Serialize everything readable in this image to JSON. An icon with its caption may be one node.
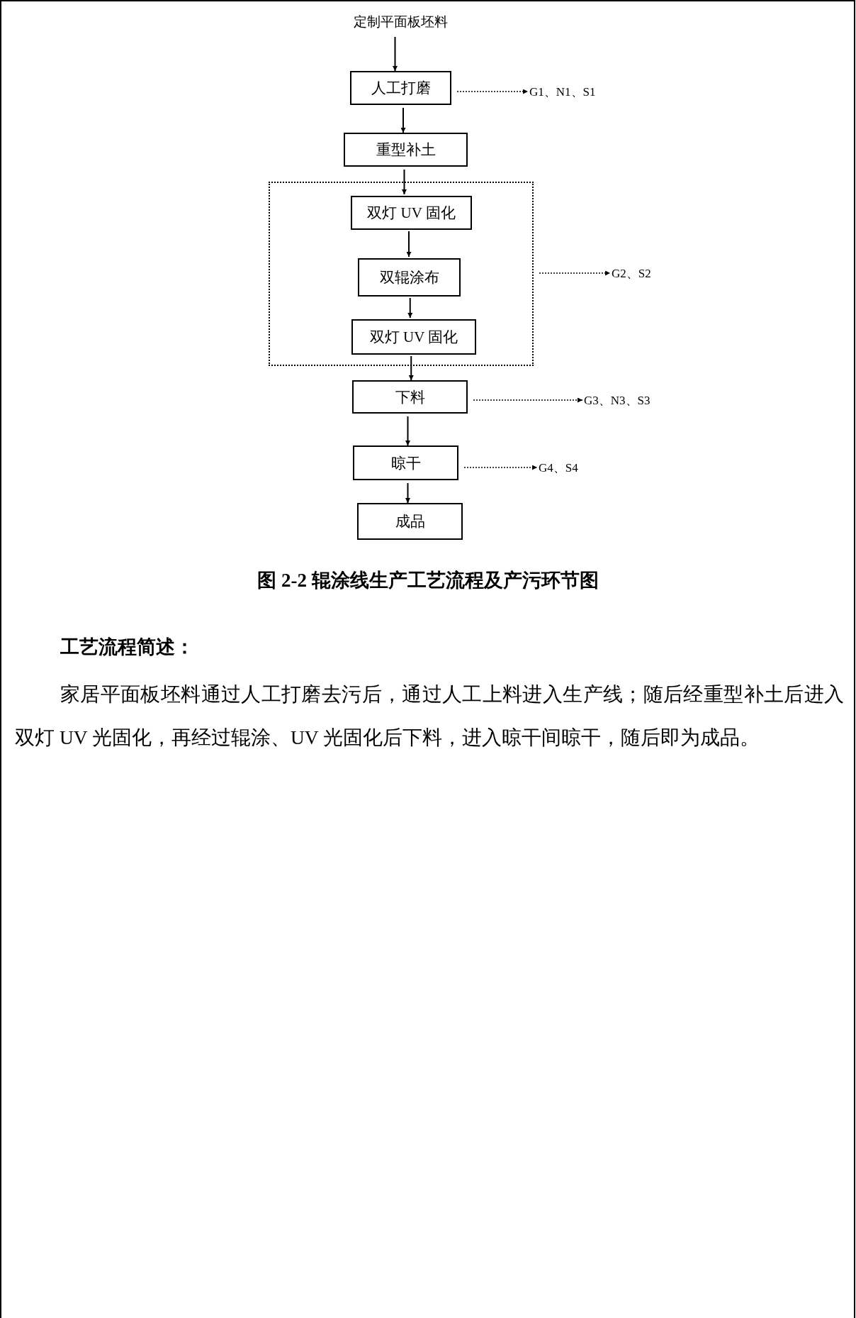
{
  "diagram": {
    "caption": "图 2-2 辊涂线生产工艺流程及产污环节图",
    "nodes": [
      {
        "text": [
          "定制平面板坯料"
        ]
      },
      {
        "text": [
          "人工打磨"
        ]
      },
      {
        "text": [
          "G1、N1、S1"
        ]
      },
      {
        "text": [
          "重型补土"
        ]
      },
      {
        "text": [],
        "shape": "box"
      },
      {
        "text": [
          "双灯 UV 固化"
        ],
        "in": 4
      },
      {
        "text": [
          "双辊涂布"
        ],
        "in": 4
      },
      {
        "text": [
          "双灯 UV 固化"
        ],
        "in": 4
      },
      {
        "text": [
          "G2、S2"
        ]
      },
      {
        "text": [
          "下料"
        ]
      },
      {
        "text": [
          "G3、N3、S3"
        ]
      },
      {
        "text": [
          "晾干"
        ]
      },
      {
        "text": [
          "G4、S4"
        ]
      },
      {
        "text": [
          "成品"
        ]
      }
    ],
    "edges": [
      {
        "from": 0,
        "to": 1,
        "arrow": "to"
      },
      {
        "from": 1,
        "to": 2,
        "arrow": "to",
        "style": "dashed"
      },
      {
        "from": 1,
        "to": 3,
        "arrow": "to"
      },
      {
        "from": 3,
        "to": 5,
        "arrow": "to"
      },
      {
        "from": 5,
        "to": 6,
        "arrow": "to"
      },
      {
        "from": 6,
        "to": 7,
        "arrow": "to"
      },
      {
        "from": 4,
        "to": 8,
        "arrow": "to",
        "style": "dashed"
      },
      {
        "from": 7,
        "to": 9,
        "arrow": "to"
      },
      {
        "from": 9,
        "to": 10,
        "arrow": "to",
        "style": "dashed"
      },
      {
        "from": 9,
        "to": 11,
        "arrow": "to"
      },
      {
        "from": 11,
        "to": 12,
        "arrow": "to",
        "style": "dashed"
      },
      {
        "from": 11,
        "to": 13,
        "arrow": "to"
      }
    ],
    "labels": [
      "工艺流程简述：",
      "家居平面板坯料通过人工打磨去污后，通过人工上料进入生产线；随后经重型补土后进入双灯 UV 光固化，再经过辊涂、UV 光固化后下料，进入晾干间晾干，随后即为成品。"
    ]
  }
}
